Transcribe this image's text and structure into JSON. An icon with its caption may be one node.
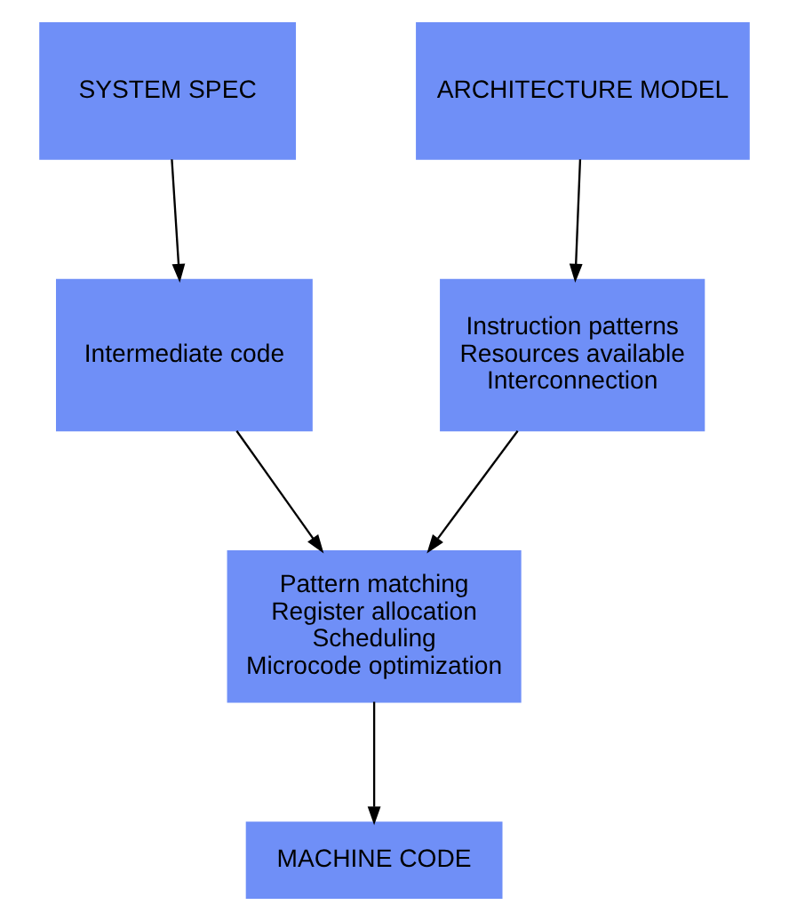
{
  "diagram": {
    "nodes": [
      {
        "text": [
          "SYSTEM SPEC"
        ]
      },
      {
        "text": [
          "ARCHITECTURE MODEL"
        ]
      },
      {
        "text": [
          "Intermediate code"
        ]
      },
      {
        "text": [
          "Instruction patterns",
          "Resources available",
          "Interconnection"
        ]
      },
      {
        "text": [
          "Pattern matching",
          "Register allocation",
          "Scheduling",
          "Microcode optimization"
        ]
      },
      {
        "text": [
          "MACHINE CODE"
        ]
      }
    ],
    "edges": [
      {
        "from": 0,
        "to": 2,
        "arrow": "to"
      },
      {
        "from": 1,
        "to": 3,
        "arrow": "to"
      },
      {
        "from": 2,
        "to": 4,
        "arrow": "to"
      },
      {
        "from": 3,
        "to": 4,
        "arrow": "to"
      },
      {
        "from": 4,
        "to": 5,
        "arrow": "to"
      }
    ]
  }
}
